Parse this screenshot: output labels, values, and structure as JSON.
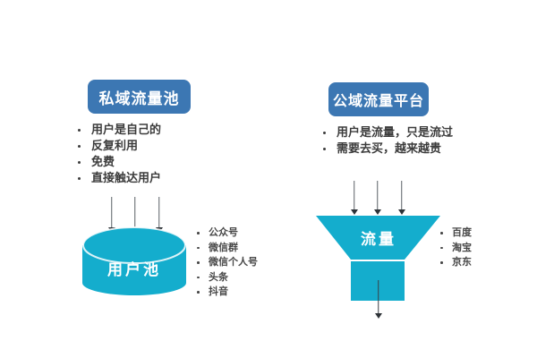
{
  "diagram": {
    "left": {
      "header": "私域流量池",
      "points": [
        "用户是自己的",
        "反复利用",
        "免费",
        "直接触达用户"
      ],
      "shape": "cylinder",
      "shape_label": "用户池",
      "channels": [
        "公众号",
        "微信群",
        "微信个人号",
        "头条",
        "抖音"
      ]
    },
    "right": {
      "header": "公域流量平台",
      "points": [
        "用户是流量，只是流过",
        "需要去买，越来越贵"
      ],
      "shape": "funnel",
      "shape_label": "流量",
      "channels": [
        "百度",
        "淘宝",
        "京东"
      ]
    }
  },
  "colors": {
    "header_bg": "#3c77b3",
    "shape_fill": "#14adcd",
    "text_dark": "#3b3b3b",
    "arrow": "#5a6066"
  }
}
